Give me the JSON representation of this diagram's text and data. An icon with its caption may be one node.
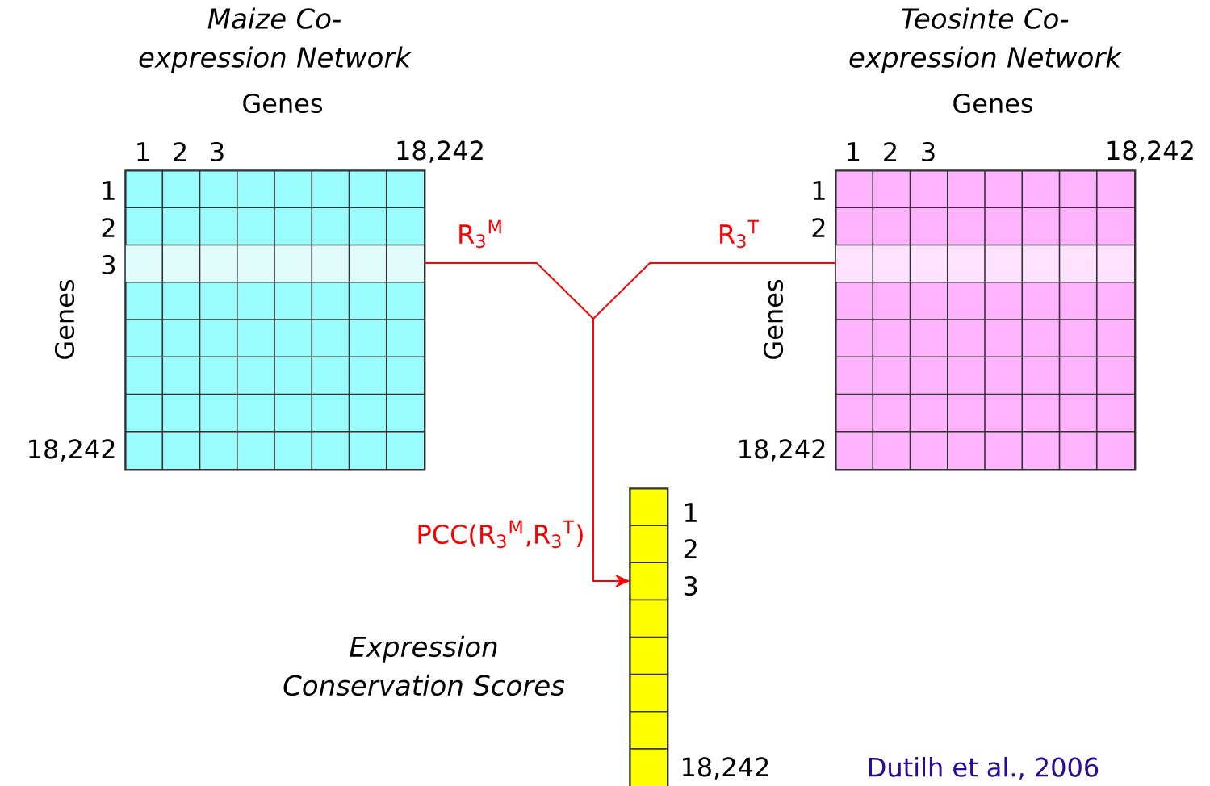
{
  "diagram": {
    "nodes": [
      {
        "text": [
          "Maize Co-expression Network"
        ]
      },
      {
        "text": [
          "Teosinte Co-expression Network"
        ]
      },
      {
        "text": [
          "Expression Conservation Scores"
        ]
      }
    ],
    "edges": [
      {
        "from": 0,
        "to": 2,
        "arrow": "to",
        "label": "R$_{3}$$^{M}$",
        "color": "#ff0000"
      },
      {
        "from": 1,
        "to": 2,
        "arrow": "to",
        "label": "R$_{3}$$^{T}$",
        "color": "#ff0000"
      }
    ],
    "labels": [
      "Genes",
      "1",
      "2",
      "3",
      "18,242",
      "1",
      "2",
      "3",
      "Genes",
      "18,242",
      "Genes",
      "1",
      "2",
      "3",
      "18,242",
      "1",
      "2",
      "Genes",
      "18,242",
      "PCC(R$_{3}$$^{M}$,R$_{3}$$^{T}$)",
      "1",
      "2",
      "3",
      "18,242",
      "Dutilh et al., 2006"
    ]
  }
}
